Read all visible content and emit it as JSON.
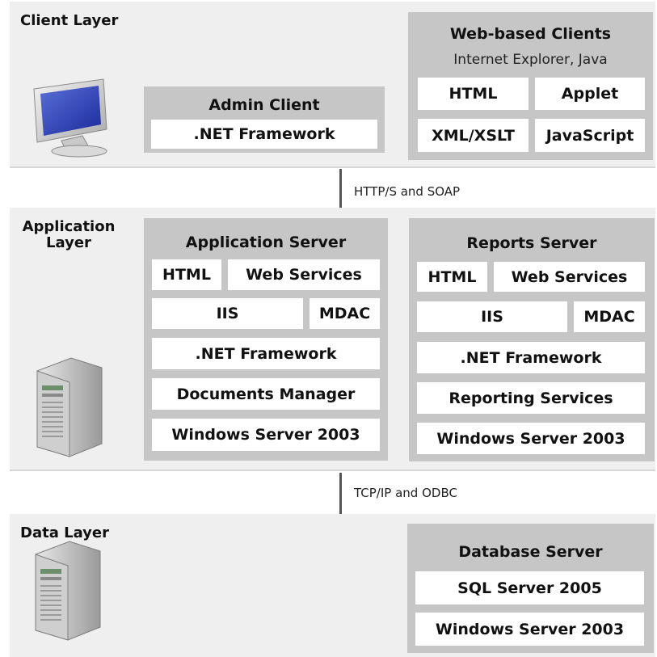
{
  "client_layer": {
    "title": "Client Layer",
    "admin_client": {
      "title": "Admin Client",
      "items": [
        ".NET Framework"
      ]
    },
    "web_clients": {
      "title": "Web-based Clients",
      "subtitle": "Internet Explorer, Java",
      "items": [
        "HTML",
        "Applet",
        "XML/XSLT",
        "JavaScript"
      ]
    },
    "icon": "monitor-icon"
  },
  "connector_top": {
    "label": "HTTP/S and SOAP"
  },
  "application_layer": {
    "title": "Application Layer",
    "app_server": {
      "title": "Application Server",
      "items": [
        "HTML",
        "Web Services",
        "IIS",
        "MDAC",
        ".NET Framework",
        "Documents Manager",
        "Windows Server 2003"
      ]
    },
    "reports_server": {
      "title": "Reports Server",
      "items": [
        "HTML",
        "Web Services",
        "IIS",
        "MDAC",
        ".NET Framework",
        "Reporting Services",
        "Windows Server 2003"
      ]
    },
    "icon": "server-tower-icon"
  },
  "connector_bottom": {
    "label": "TCP/IP and ODBC"
  },
  "data_layer": {
    "title": "Data Layer",
    "db_server": {
      "title": "Database Server",
      "items": [
        "SQL Server 2005",
        "Windows Server 2003"
      ]
    },
    "icon": "server-tower-icon"
  }
}
